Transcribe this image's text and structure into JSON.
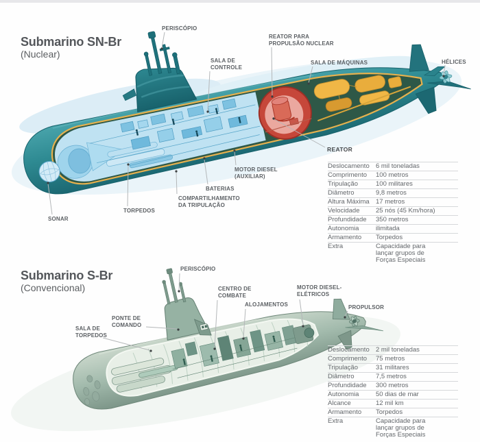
{
  "page": {
    "background": "#fefefe",
    "top_bar_color": "#e7e7ea"
  },
  "colors": {
    "hull_teal": "#2e8a92",
    "hull_teal_dark": "#1c6b76",
    "cutaway_green": "#2e5847",
    "cutaway_rim_yellow": "#e6b14e",
    "machinery_blue": "#7ec2e1",
    "reactor_red": "#c6473a",
    "reactor_pink": "#eba89f",
    "engine_yellow": "#f0b746",
    "hull_sage": "#a3bbad",
    "interior_pale": "#e8efe7",
    "label_gray": "#5b5f63",
    "leader_gray": "#b4b7b9"
  },
  "nuclear": {
    "title": "Submarino SN-Br",
    "subtitle": "(Nuclear)",
    "callouts": {
      "periscopio": "PERISCÓPIO",
      "sala_de_controle": "SALA DE\nCONTROLE",
      "reator_propulsao": "REATOR PARA\nPROPULSÃO NUCLEAR",
      "sala_de_maquinas": "SALA DE MÁQUINAS",
      "helices": "HÉLICES",
      "reator": "REATOR",
      "motor_diesel": "MOTOR DIESEL\n(AUXILIAR)",
      "baterias": "BATERIAS",
      "compartilhamento": "COMPARTILHAMENTO\nDA TRIPULAÇÃO",
      "torpedos": "TORPEDOS",
      "sonar": "SONAR"
    },
    "specs": [
      {
        "label": "Deslocamento",
        "value": "6 mil toneladas"
      },
      {
        "label": "Comprimento",
        "value": "100 metros"
      },
      {
        "label": "Tripulação",
        "value": "100 militares"
      },
      {
        "label": "Diâmetro",
        "value": "9,8 metros"
      },
      {
        "label": "Altura Máxima",
        "value": "17 metros"
      },
      {
        "label": "Velocidade",
        "value": "25 nós (45 Km/hora)"
      },
      {
        "label": "Profundidade",
        "value": "350 metros"
      },
      {
        "label": "Autonomia",
        "value": "ilimitada"
      },
      {
        "label": "Armamento",
        "value": "Torpedos"
      },
      {
        "label": "Extra",
        "value": "Capacidade para\nlançar grupos de\nForças Especiais"
      }
    ]
  },
  "convencional": {
    "title": "Submarino S-Br",
    "subtitle": "(Convencional)",
    "callouts": {
      "periscopio": "PERISCÓPIO",
      "centro_de_combate": "CENTRO DE\nCOMBATE",
      "alojamentos": "ALOJAMENTOS",
      "motor_diesel_eletricos": "MOTOR DIESEL-\nELÉTRICOS",
      "propulsor": "PROPULSOR",
      "ponte_de_comando": "PONTE DE\nCOMANDO",
      "sala_de_torpedos": "SALA DE\nTORPEDOS"
    },
    "specs": [
      {
        "label": "Deslocamento",
        "value": "2 mil toneladas"
      },
      {
        "label": "Comprimento",
        "value": "75 metros"
      },
      {
        "label": "Tripulação",
        "value": "31 militares"
      },
      {
        "label": "Diâmetro",
        "value": "7,5 metros"
      },
      {
        "label": "Profundidade",
        "value": "300 metros"
      },
      {
        "label": "Autonomia",
        "value": "50 dias de mar"
      },
      {
        "label": "Alcance",
        "value": "12 mil km"
      },
      {
        "label": "Armamento",
        "value": "Torpedos"
      },
      {
        "label": "Extra",
        "value": "Capacidade para\nlançar grupos de\nForças Especiais"
      }
    ]
  }
}
